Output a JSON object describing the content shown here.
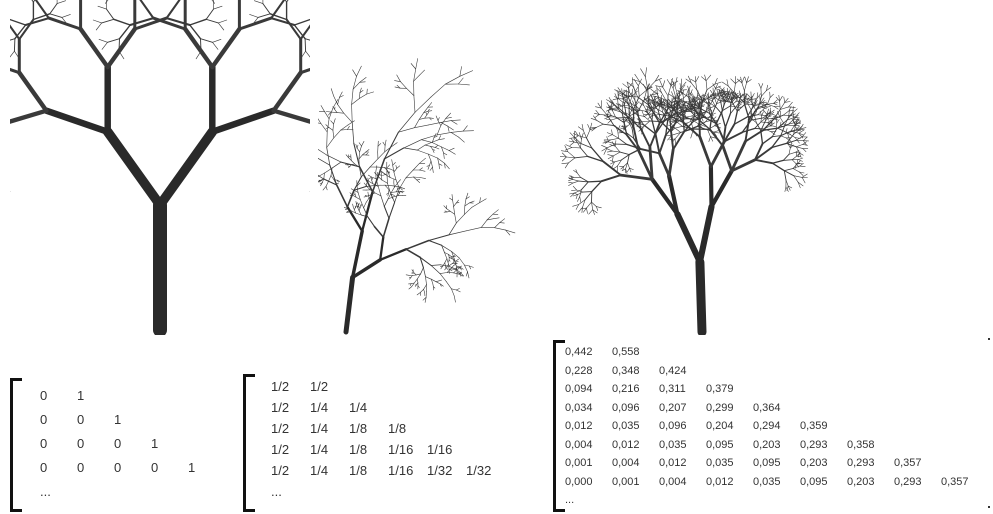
{
  "matrices": [
    {
      "rows": [
        [
          "0",
          "1"
        ],
        [
          "0",
          "0",
          "1"
        ],
        [
          "0",
          "0",
          "0",
          "1"
        ],
        [
          "0",
          "0",
          "0",
          "0",
          "1"
        ],
        [
          "..."
        ]
      ]
    },
    {
      "rows": [
        [
          "1/2",
          "1/2"
        ],
        [
          "1/2",
          "1/4",
          "1/4"
        ],
        [
          "1/2",
          "1/4",
          "1/8",
          "1/8"
        ],
        [
          "1/2",
          "1/4",
          "1/8",
          "1/16",
          "1/16"
        ],
        [
          "1/2",
          "1/4",
          "1/8",
          "1/16",
          "1/32",
          "1/32"
        ],
        [
          "..."
        ]
      ]
    },
    {
      "rows": [
        [
          "0,442",
          "0,558"
        ],
        [
          "0,228",
          "0,348",
          "0,424"
        ],
        [
          "0,094",
          "0,216",
          "0,311",
          "0,379"
        ],
        [
          "0,034",
          "0,096",
          "0,207",
          "0,299",
          "0,364"
        ],
        [
          "0,012",
          "0,035",
          "0,096",
          "0,204",
          "0,294",
          "0,359"
        ],
        [
          "0,004",
          "0,012",
          "0,035",
          "0,095",
          "0,203",
          "0,293",
          "0,358"
        ],
        [
          "0,001",
          "0,004",
          "0,012",
          "0,035",
          "0,095",
          "0,203",
          "0,293",
          "0,357"
        ],
        [
          "0,000",
          "0,001",
          "0,004",
          "0,012",
          "0,035",
          "0,095",
          "0,203",
          "0,293",
          "0,357"
        ],
        [
          "..."
        ]
      ]
    }
  ],
  "tree_images": [
    "round-fractal-tree",
    "leaning-fractal-branch",
    "natural-fractal-tree"
  ]
}
